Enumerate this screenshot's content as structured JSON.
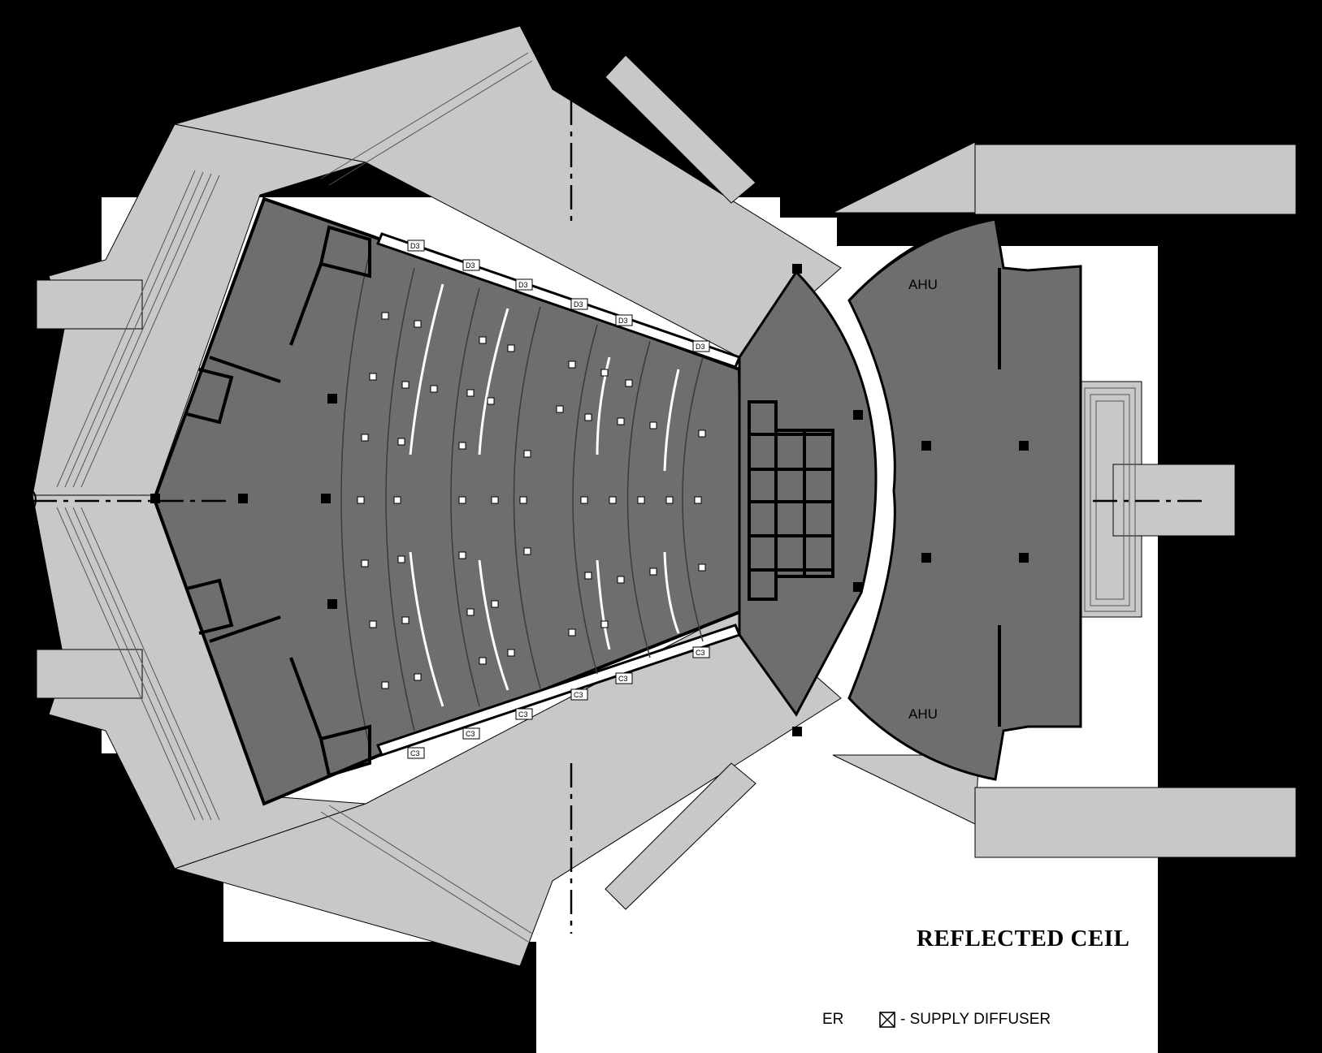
{
  "drawing": {
    "title": "REFLECTED CEIL",
    "legend_left_fragment": "ER",
    "legend_supply": "- SUPPLY DIFFUSER",
    "legend_icon": "supply-diffuser-icon"
  },
  "rooms": {
    "ahu_top": "AHU",
    "ahu_bottom": "AHU"
  },
  "tags": {
    "top": [
      "D3",
      "D3",
      "D3",
      "D3",
      "D3",
      "D3"
    ],
    "bottom": [
      "C3",
      "C3",
      "C3",
      "C3",
      "C3",
      "C3"
    ]
  },
  "colors": {
    "background": "#000000",
    "paper": "#ffffff",
    "terrace": "#c8c8c8",
    "floor": "#6e6e6e",
    "wall": "#000000"
  }
}
